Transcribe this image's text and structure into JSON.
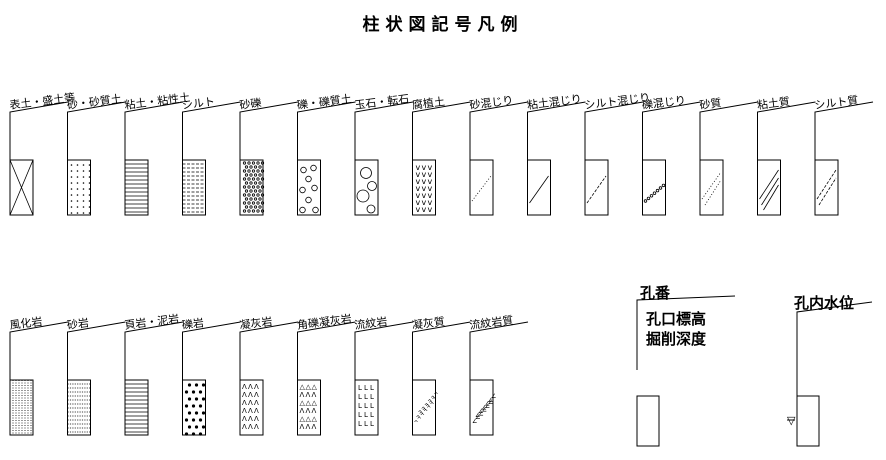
{
  "title": "柱状図記号凡例",
  "soil_symbols": [
    {
      "label": "表土・盛土等",
      "pattern": "x-cross"
    },
    {
      "label": "砂・砂質土",
      "pattern": "dots-grid"
    },
    {
      "label": "粘土・粘性土",
      "pattern": "horizontal-lines"
    },
    {
      "label": "シルト",
      "pattern": "dashed-lines"
    },
    {
      "label": "砂礫",
      "pattern": "dense-gravel"
    },
    {
      "label": "礫・礫質土",
      "pattern": "circles-small"
    },
    {
      "label": "玉石・転石",
      "pattern": "circles-large"
    },
    {
      "label": "腐植土",
      "pattern": "v-marks"
    },
    {
      "label": "砂混じり",
      "pattern": "dotted-diagonal"
    },
    {
      "label": "粘土混じり",
      "pattern": "solid-diagonal"
    },
    {
      "label": "シルト混じり",
      "pattern": "dashed-diagonal"
    },
    {
      "label": "礫混じり",
      "pattern": "circle-diagonal"
    },
    {
      "label": "砂質",
      "pattern": "dotted-double-diagonal"
    },
    {
      "label": "粘土質",
      "pattern": "double-solid-diagonal"
    },
    {
      "label": "シルト質",
      "pattern": "double-dashed-diagonal"
    }
  ],
  "rock_symbols": [
    {
      "label": "風化岩",
      "pattern": "dotted-verticals"
    },
    {
      "label": "砂岩",
      "pattern": "dotted-horizontals"
    },
    {
      "label": "頁岩・泥岩",
      "pattern": "horizontal-lines"
    },
    {
      "label": "礫岩",
      "pattern": "dots-large"
    },
    {
      "label": "凝灰岩",
      "pattern": "carets"
    },
    {
      "label": "角礫凝灰岩",
      "pattern": "triangles-carets"
    },
    {
      "label": "流紋岩",
      "pattern": "l-marks"
    },
    {
      "label": "凝灰質",
      "pattern": "caret-diagonal"
    },
    {
      "label": "流紋岩質",
      "pattern": "l-diagonal"
    }
  ],
  "borehole_info": {
    "label_top": "孔番",
    "label_mid": "孔口標高",
    "label_bot": "掘削深度"
  },
  "water_level": {
    "label": "孔内水位",
    "marker": "▽"
  }
}
